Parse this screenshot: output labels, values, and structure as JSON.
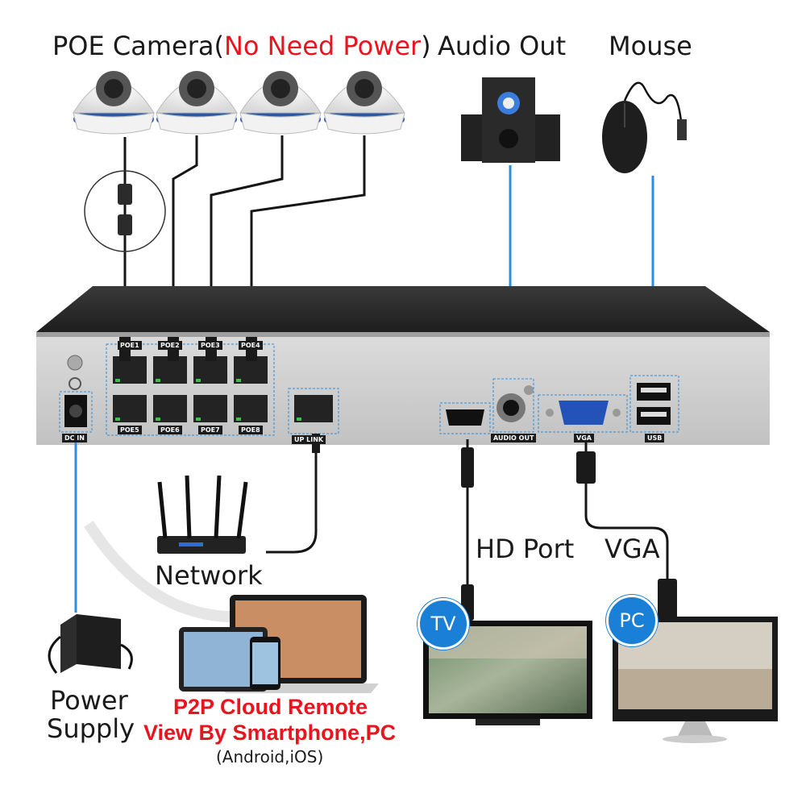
{
  "labels": {
    "poe_camera": "POE Camera(",
    "no_need_power": "No Need Power",
    "poe_camera_close": ")",
    "audio_out": "Audio Out",
    "mouse": "Mouse",
    "network": "Network",
    "hd_port": "HD Port",
    "vga": "VGA",
    "power": "Power",
    "supply": "Supply",
    "p2p_line1": "P2P Cloud Remote",
    "p2p_line2": "View By Smartphone,PC",
    "platforms": "(Android,iOS)",
    "tv_badge": "TV",
    "pc_badge": "PC"
  },
  "ports": {
    "poe1": "POE1",
    "poe2": "POE2",
    "poe3": "POE3",
    "poe4": "POE4",
    "poe5": "POE5",
    "poe6": "POE6",
    "poe7": "POE7",
    "poe8": "POE8",
    "dc_in": "DC IN",
    "uplink": "UP LINK",
    "audio_out": "AUDIO OUT",
    "vga": "VGA",
    "usb": "USB"
  },
  "colors": {
    "accent_red": "#e8151f",
    "cable_blue": "#2b8ee0",
    "badge_blue": "#1a7fd6"
  }
}
